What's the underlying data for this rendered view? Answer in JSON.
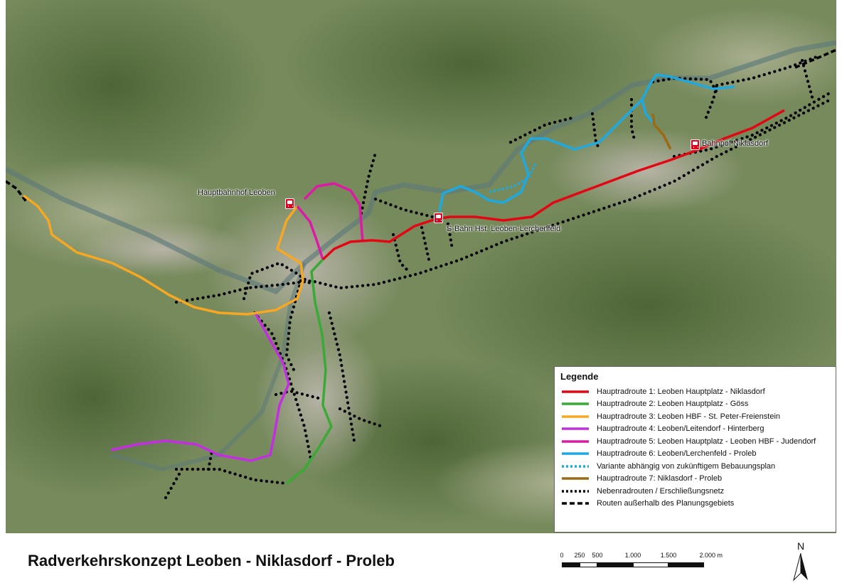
{
  "map": {
    "places": {
      "hbf_leoben": "Hauptbahnhof Leoben",
      "lerchenfeld": "S-Bahn Hst. Leoben-Lerchenfeld",
      "niklasdorf": "Bahnhof Niklasdorf"
    },
    "station_icon": "train-station-icon"
  },
  "legend": {
    "title": "Legende",
    "items": [
      {
        "label": "Hauptradroute 1: Leoben Hauptplatz - Niklasdorf",
        "color": "#e30613",
        "style": "solid"
      },
      {
        "label": "Hauptradroute 2: Leoben Hauptplatz - Göss",
        "color": "#3aa935",
        "style": "solid"
      },
      {
        "label": "Hauptradroute 3: Leoben HBF - St. Peter-Freienstein",
        "color": "#f7a823",
        "style": "solid"
      },
      {
        "label": "Hauptradroute 4: Leoben/Leitendorf - Hinterberg",
        "color": "#c32fe0",
        "style": "solid"
      },
      {
        "label": "Hauptradroute 5: Leoben Hauptplatz - Leoben HBF - Judendorf",
        "color": "#dd1aa5",
        "style": "solid"
      },
      {
        "label": "Hauptradroute 6: Leoben/Lerchenfeld - Proleb",
        "color": "#1ea9e1",
        "style": "solid"
      },
      {
        "label": "Variante abhängig von zukünftigem Bebauungsplan",
        "color": "#1ea9e1",
        "style": "dotted"
      },
      {
        "label": "Hauptradroute 7: Niklasdorf - Proleb",
        "color": "#9b6a12",
        "style": "solid"
      },
      {
        "label": "Nebenradrouten / Erschließungsnetz",
        "color": "#000000",
        "style": "dotted"
      },
      {
        "label": "Routen außerhalb des Planungsgebiets",
        "color": "#000000",
        "style": "dashed"
      }
    ]
  },
  "title": "Radverkehrskonzept Leoben - Niklasdorf - Proleb",
  "scale": {
    "ticks": [
      "0",
      "250",
      "500",
      "1.000",
      "1.500",
      "2.000 m"
    ],
    "tick_values": [
      0,
      250,
      500,
      1000,
      1500,
      2000
    ]
  },
  "north": {
    "label": "N",
    "icon": "north-arrow-icon"
  }
}
